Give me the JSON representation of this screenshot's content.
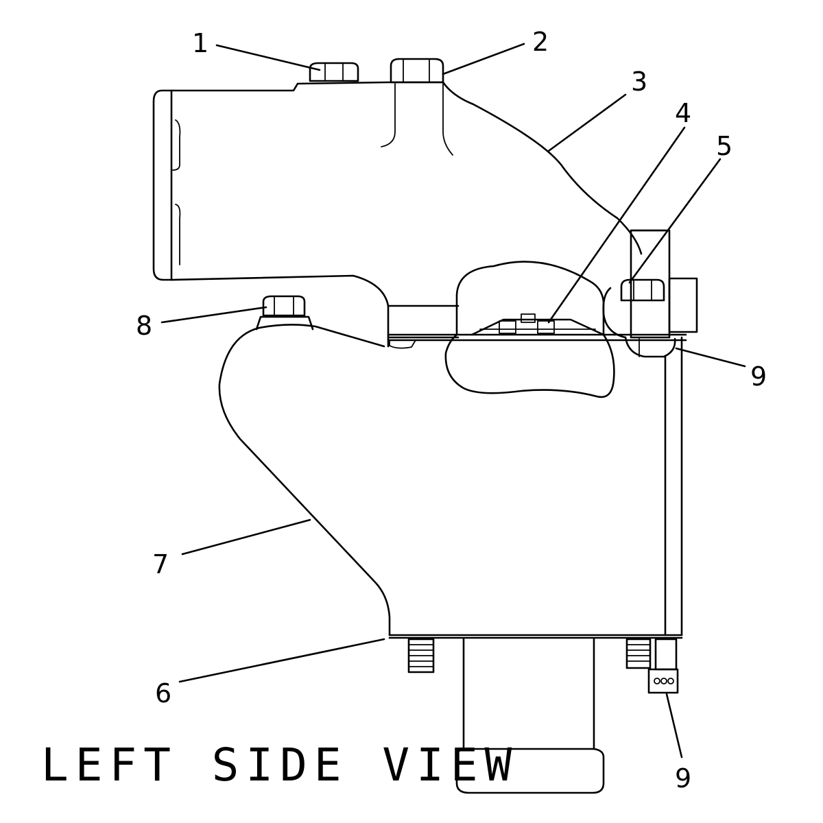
{
  "view_title": "LEFT SIDE VIEW",
  "callouts": [
    {
      "id": "c1",
      "label": "1"
    },
    {
      "id": "c2",
      "label": "2"
    },
    {
      "id": "c3",
      "label": "3"
    },
    {
      "id": "c4",
      "label": "4"
    },
    {
      "id": "c5",
      "label": "5"
    },
    {
      "id": "c6",
      "label": "6"
    },
    {
      "id": "c7",
      "label": "7"
    },
    {
      "id": "c8",
      "label": "8"
    },
    {
      "id": "c9a",
      "label": "9"
    },
    {
      "id": "c9b",
      "label": "9"
    }
  ]
}
